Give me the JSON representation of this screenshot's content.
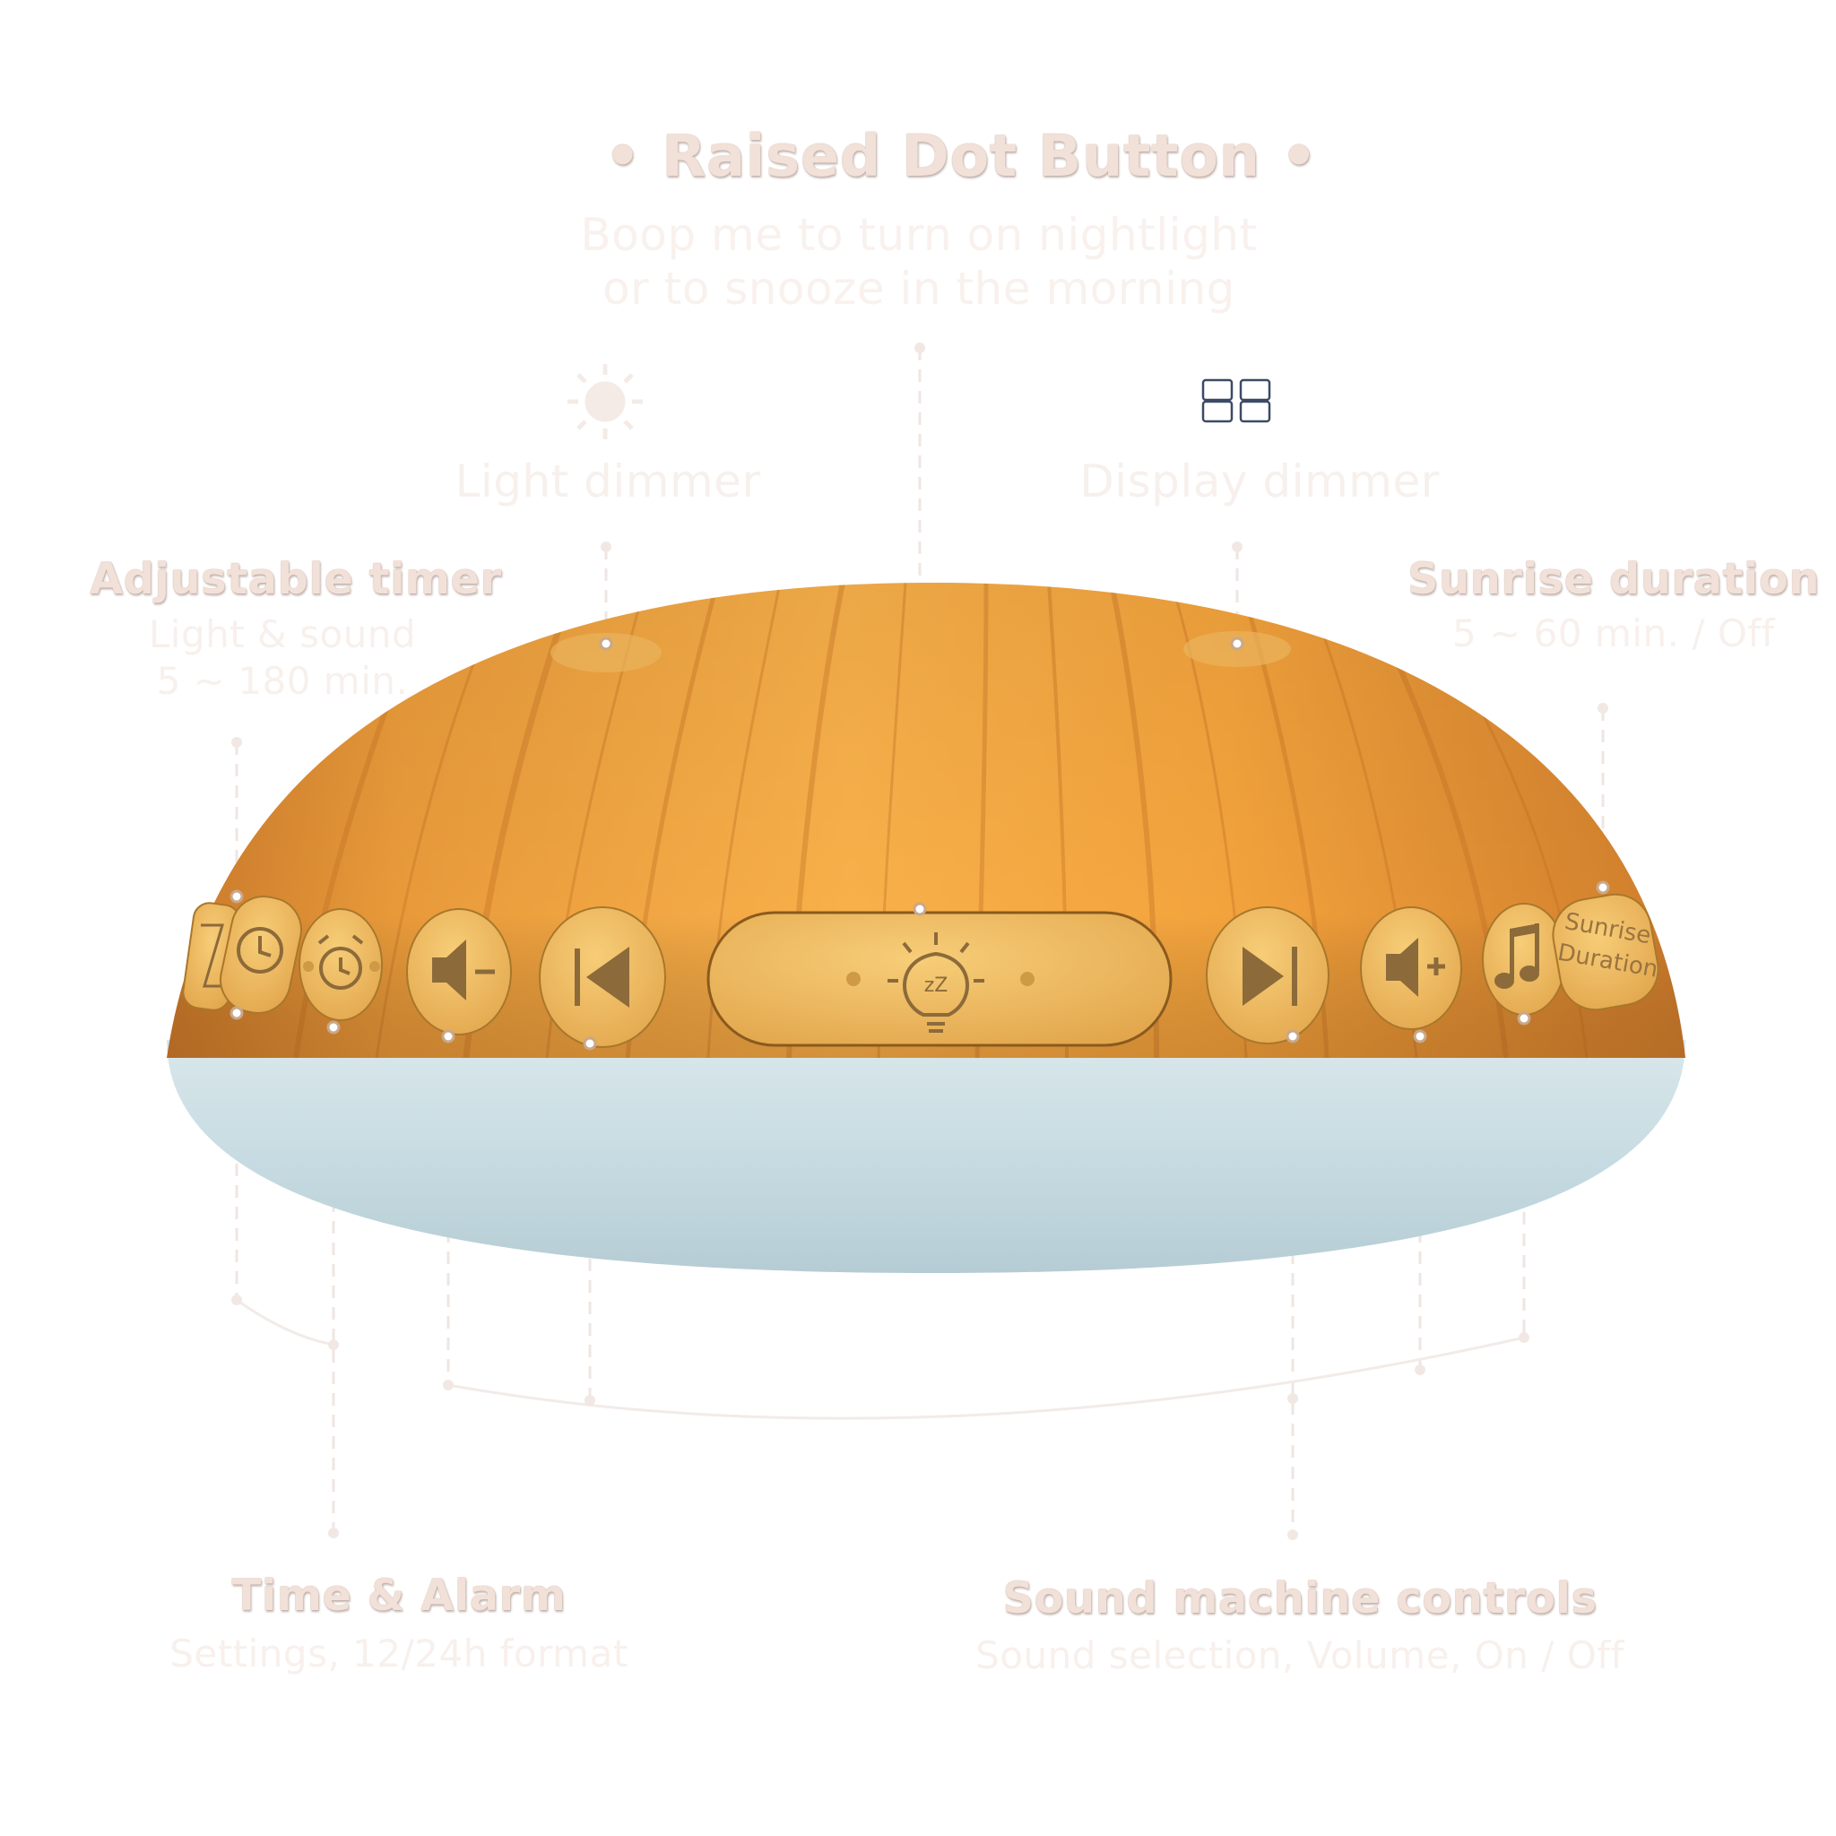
{
  "raised_dot": {
    "title": "• Raised Dot Button •",
    "subtitle_line1": "Boop me to turn on nightlight",
    "subtitle_line2": "or to snooze in the morning"
  },
  "light_dimmer": {
    "label": "Light dimmer",
    "icon": "sun-icon"
  },
  "display_dimmer": {
    "label": "Display dimmer",
    "icon": "digits-88-icon",
    "digits": "88"
  },
  "adjustable_timer": {
    "title": "Adjustable timer",
    "line1": "Light & sound",
    "line2": "5 ~ 180 min."
  },
  "sunrise_duration": {
    "title": "Sunrise duration",
    "line1": "5 ~ 60 min. / Off"
  },
  "time_alarm": {
    "title": "Time & Alarm",
    "line1": "Settings, 12/24h format"
  },
  "sound_controls": {
    "title": "Sound machine controls",
    "line1": "Sound selection, Volume, On / Off"
  },
  "device": {
    "sunrise_button_line1": "Sunrise",
    "sunrise_button_line2": "Duration",
    "buttons": [
      "hourglass-icon",
      "clock-icon",
      "alarm-clock-icon",
      "volume-down-icon",
      "previous-icon",
      "nightlight-snooze-icon",
      "next-icon",
      "volume-up-icon",
      "music-note-icon"
    ]
  },
  "colors": {
    "wood_light": "#f6a73c",
    "wood_dark": "#d9822a",
    "button_fill": "#f0be62",
    "base": "#c9dde3",
    "label_title": "#f2e1d8",
    "leader_line": "#efe6e2"
  }
}
